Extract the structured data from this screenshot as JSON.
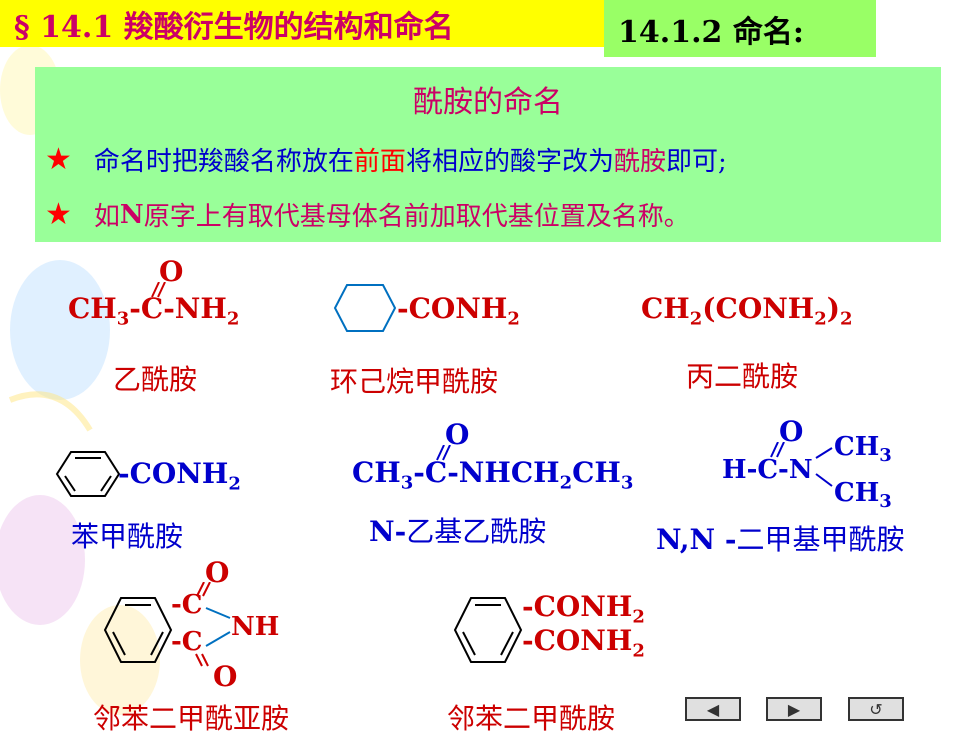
{
  "header": {
    "section_title": "§ 14.1  羧酸衍生物的结构和命名",
    "subsection_title": "14.1.2  命名:"
  },
  "box": {
    "title": "酰胺的命名",
    "rule1": {
      "star": "★",
      "part1": "命名时把羧酸名称放在",
      "part2": "前面",
      "part3": "将相应的酸字改为",
      "part4": "酰胺",
      "part5": "即可;"
    },
    "rule2": {
      "star": "★",
      "part1": "如",
      "part2": "N",
      "part3": " 原字上有取代基母体名前加取代基位置及名称。"
    }
  },
  "compounds": {
    "acetamide": {
      "o": "O",
      "formula_a": "CH",
      "sub_a": "3",
      "formula_b": "-C-NH",
      "sub_b": "2",
      "name": "乙酰胺"
    },
    "cyclohexanecarboxamide": {
      "formula": "-CONH",
      "sub": "2",
      "name": "环己烷甲酰胺"
    },
    "malonamide": {
      "formula_a": "CH",
      "sub_a": "2",
      "formula_b": "(CONH",
      "sub_b": "2",
      "formula_c": ")",
      "sub_c": "2",
      "name": "丙二酰胺"
    },
    "benzamide": {
      "formula": "-CONH",
      "sub": "2",
      "name": "苯甲酰胺"
    },
    "n_ethylacetamide": {
      "o": "O",
      "formula_a": "CH",
      "sub_a": "3",
      "formula_b": "-C-NHCH",
      "sub_b": "2",
      "formula_c": "CH",
      "sub_c": "3",
      "name_prefix": "N-",
      "name": "乙基乙酰胺"
    },
    "dmf": {
      "o": "O",
      "formula": "H-C-N",
      "ch3_top": "CH",
      "sub_top": "3",
      "ch3_bot": "CH",
      "sub_bot": "3",
      "name_prefix": "N,N -",
      "name": "二甲基甲酰胺"
    },
    "phthalimide": {
      "o_top": "O",
      "o_bot": "O",
      "c_top": "-C",
      "c_bot": "-C",
      "nh": "NH",
      "name": "邻苯二甲酰亚胺"
    },
    "phthalamide": {
      "line1": "-CONH",
      "sub1": "2",
      "line2": "-CONH",
      "sub2": "2",
      "name": "邻苯二甲酰胺"
    }
  },
  "nav": {
    "prev_glyph": "◀",
    "next_glyph": "▶",
    "return_glyph": "↺"
  },
  "colors": {
    "header_bg": "#ffff00",
    "subheader_bg": "#99ff66",
    "box_bg": "#99ff99",
    "title_color": "#cc0066",
    "blue_text": "#0000cc",
    "red_text": "#cc0000"
  }
}
